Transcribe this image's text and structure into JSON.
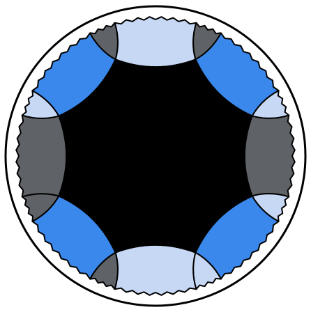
{
  "figure": {
    "kind": "hyperbolic-tessellation",
    "model": "poincare-disk",
    "central_tile": "octagon",
    "colors": {
      "background": "#ffffff",
      "boundary_circle": "#000000",
      "central_tile": "#000000",
      "blue": "#3a88ec",
      "light_blue": "#c7d8f4",
      "dark_gray": "#5f6266",
      "outline": "#000000"
    }
  }
}
